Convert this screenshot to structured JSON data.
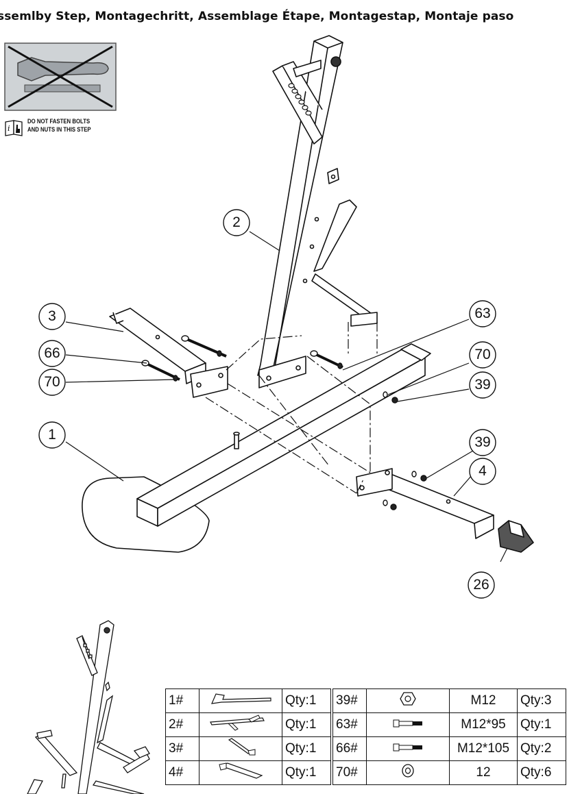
{
  "title": "ssemlby Step, Montagechritt, Assemblage Étape, Montagestap, Montaje paso",
  "warning": {
    "line1": "DO NOT FASTEN BOLTS",
    "line2": "AND NUTS IN THIS STEP",
    "no_wrench_icon": "crossed-wrench-icon",
    "info_icon": "manual-info-icon"
  },
  "callouts": [
    "2",
    "3",
    "66",
    "70",
    "1",
    "63",
    "70",
    "39",
    "39",
    "4",
    "26"
  ],
  "parts_left": [
    {
      "num": "1#",
      "icon": "base-frame-icon",
      "qty": "Qty:1"
    },
    {
      "num": "2#",
      "icon": "upright-frame-icon",
      "qty": "Qty:1"
    },
    {
      "num": "3#",
      "icon": "stabilizer-left-icon",
      "qty": "Qty:1"
    },
    {
      "num": "4#",
      "icon": "stabilizer-right-icon",
      "qty": "Qty:1"
    }
  ],
  "parts_right": [
    {
      "num": "39#",
      "icon": "nut-icon",
      "spec": "M12",
      "qty": "Qty:3"
    },
    {
      "num": "63#",
      "icon": "bolt-icon",
      "spec": "M12*95",
      "qty": "Qty:1"
    },
    {
      "num": "66#",
      "icon": "bolt-icon",
      "spec": "M12*105",
      "qty": "Qty:2"
    },
    {
      "num": "70#",
      "icon": "washer-icon",
      "spec": "12",
      "qty": "Qty:6"
    }
  ]
}
